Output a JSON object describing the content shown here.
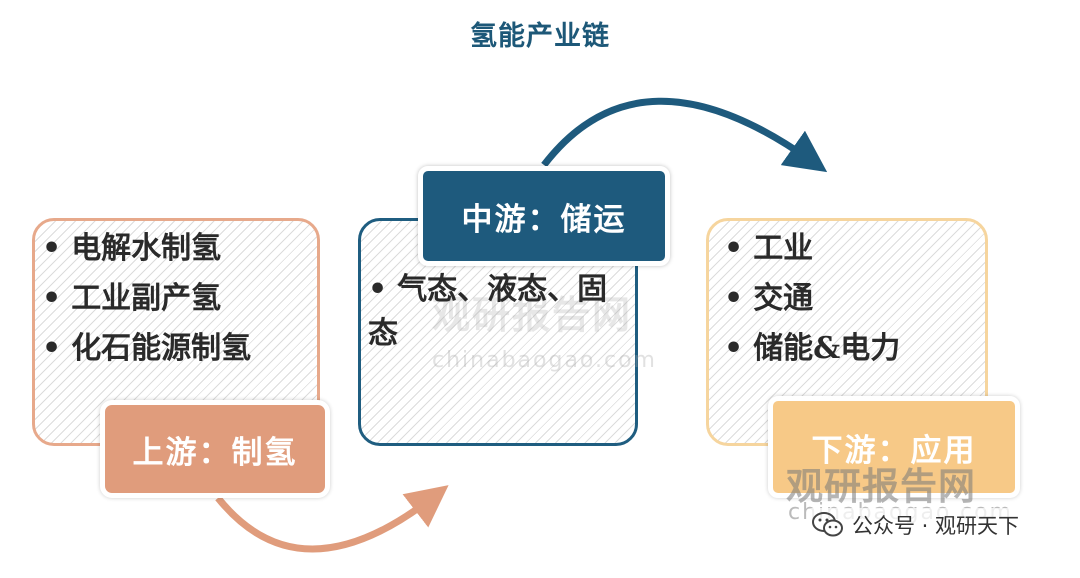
{
  "title": "氢能产业链",
  "stages": [
    {
      "label": "上游：制氢",
      "items": [
        "电解水制氢",
        "工业副产氢",
        "化石能源制氢"
      ],
      "color": "#e09c7c"
    },
    {
      "label": "中游：储运",
      "items": [
        "气态、液态、固态"
      ],
      "color": "#1e5a7d"
    },
    {
      "label": "下游：应用",
      "items": [
        "工业",
        "交通",
        "储能&电力"
      ],
      "color": "#f7c987"
    }
  ],
  "watermark": {
    "brand_cn": "观研报告网",
    "brand_en": "chinabaogao.com"
  },
  "footer": {
    "icon": "wechat-icon",
    "text": "公众号 · 观研天下"
  }
}
